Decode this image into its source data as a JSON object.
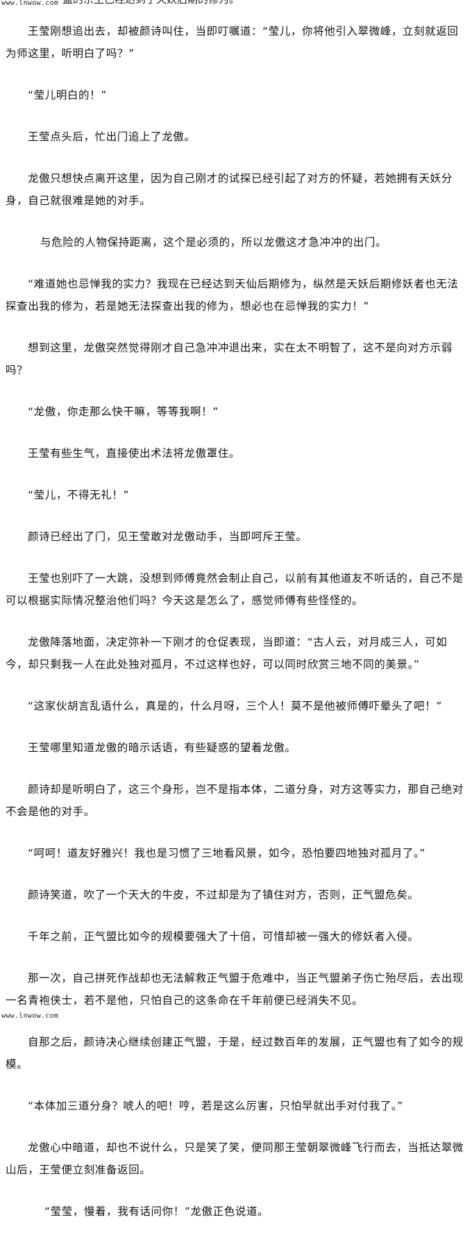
{
  "header": {
    "watermark": "www.lnwow.com",
    "cutoff_text": "盟的宗主已经达到了天妖后期的修为。"
  },
  "paragraphs": [
    "王莹刚想追出去，却被颜诗叫住，当即叮嘱道：“莹儿，你将他引入翠微峰，立刻就返回为师这里，听明白了吗？”",
    "“莹儿明白的！”",
    "王莹点头后，忙出门追上了龙傲。",
    "龙傲只想快点离开这里，因为自己刚才的试探已经引起了对方的怀疑，若她拥有天妖分身，自己就很难是她的对手。",
    "与危险的人物保持距离，这个是必须的，所以龙傲这才急冲冲的出门。",
    "“难道她也忌惮我的实力？我现在已经达到天仙后期修为，纵然是天妖后期修妖者也无法探查出我的修为，若是她无法探查出我的修为，想必也在忌惮我的实力！”",
    "想到这里，龙傲突然觉得刚才自己急冲冲退出来，实在太不明智了，这不是向对方示弱吗？",
    "“龙傲，你走那么快干嘛，等等我啊！”",
    "王莹有些生气，直接使出术法将龙傲罩住。",
    "“莹儿，不得无礼！”",
    "颜诗已经出了门，见王莹敢对龙傲动手，当即呵斥王莹。",
    "王莹也别吓了一大跳，没想到师傅竟然会制止自己，以前有其他道友不听话的，自己不是可以根据实际情况整治他们吗？今天这是怎么了，感觉师傅有些怪怪的。",
    "龙傲降落地面，决定弥补一下刚才的仓促表现，当即道：“古人云，对月成三人，可如今，却只剩我一人在此处独对孤月，不过这样也好，可以同时欣赏三地不同的美景。”",
    "“这家伙胡言乱语什么，真是的，什么月呀，三个人！莫不是他被师傅吓晕头了吧！”",
    "王莹哪里知道龙傲的暗示话语，有些疑惑的望着龙傲。",
    "颜诗却是听明白了，这三个身形，岂不是指本体，二道分身，对方这等实力，那自己绝对不会是他的对手。",
    "“呵呵！道友好雅兴！我也是习惯了三地看风景，如今，恐怕要四地独对孤月了。”",
    "颜诗笑道，吹了一个天大的牛皮，不过却是为了镇住对方，否则，正气盟危矣。",
    "千年之前，正气盟比如今的规模要强大了十倍，可惜却被一强大的修妖者入侵。",
    "那一次，自己拼死作战却也无法解救正气盟于危难中，当正气盟弟子伤亡殆尽后，去出现一名青袍侠士，若不是他，只怕自己的这条命在千年前便已经消失不见。",
    "自那之后，颜诗决心继续创建正气盟，于是，经过数百年的发展，正气盟也有了如今的规模。",
    "“本体加三道分身？唬人的吧！哼，若是这么厉害，只怕早就出手对付我了。”",
    "龙傲心中暗道，却也不说什么，只是笑了笑，便同那王莹朝翠微峰飞行而去，当抵达翠微山后，王莹便立刻准备返回。",
    "“莹莹，慢着，我有话问你！”龙傲正色说道。"
  ],
  "footer": {
    "watermark": "www.lnwow.com"
  }
}
